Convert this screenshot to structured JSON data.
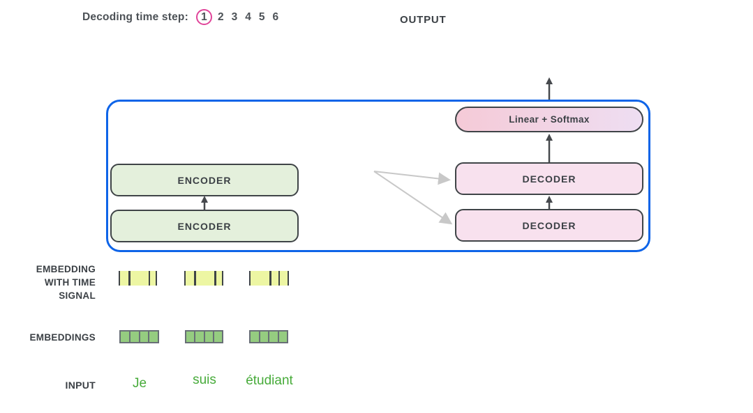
{
  "header": {
    "decoding_label": "Decoding time step:",
    "time_steps": [
      "1",
      "2",
      "3",
      "4",
      "5",
      "6"
    ],
    "selected_step": "1",
    "output_label": "OUTPUT"
  },
  "diagram": {
    "encoder_labels": [
      "ENCODER",
      "ENCODER"
    ],
    "decoder_labels": [
      "DECODER",
      "DECODER"
    ],
    "linear_softmax_label": "Linear + Softmax"
  },
  "row_labels": {
    "embedding_time": "EMBEDDING\nWITH TIME\nSIGNAL",
    "embeddings": "EMBEDDINGS",
    "input": "INPUT"
  },
  "input_words": [
    "Je",
    "suis",
    "étudiant"
  ],
  "colors": {
    "container_border_blue": "#0e64e8",
    "encoder_fill": "#e4f0dc",
    "decoder_fill": "#f8e1ee",
    "linear_gradient_start": "#f5cad7",
    "linear_gradient_end": "#eedef2",
    "time_signal_fill": "#edf6a3",
    "embedding_fill": "#95cc80",
    "step_circle_pink": "#e0459a",
    "input_word_green": "#47ab3a",
    "arrow_dark": "#46494d",
    "arrow_gray": "#c8c8c8",
    "label_dark": "#3b4045"
  }
}
